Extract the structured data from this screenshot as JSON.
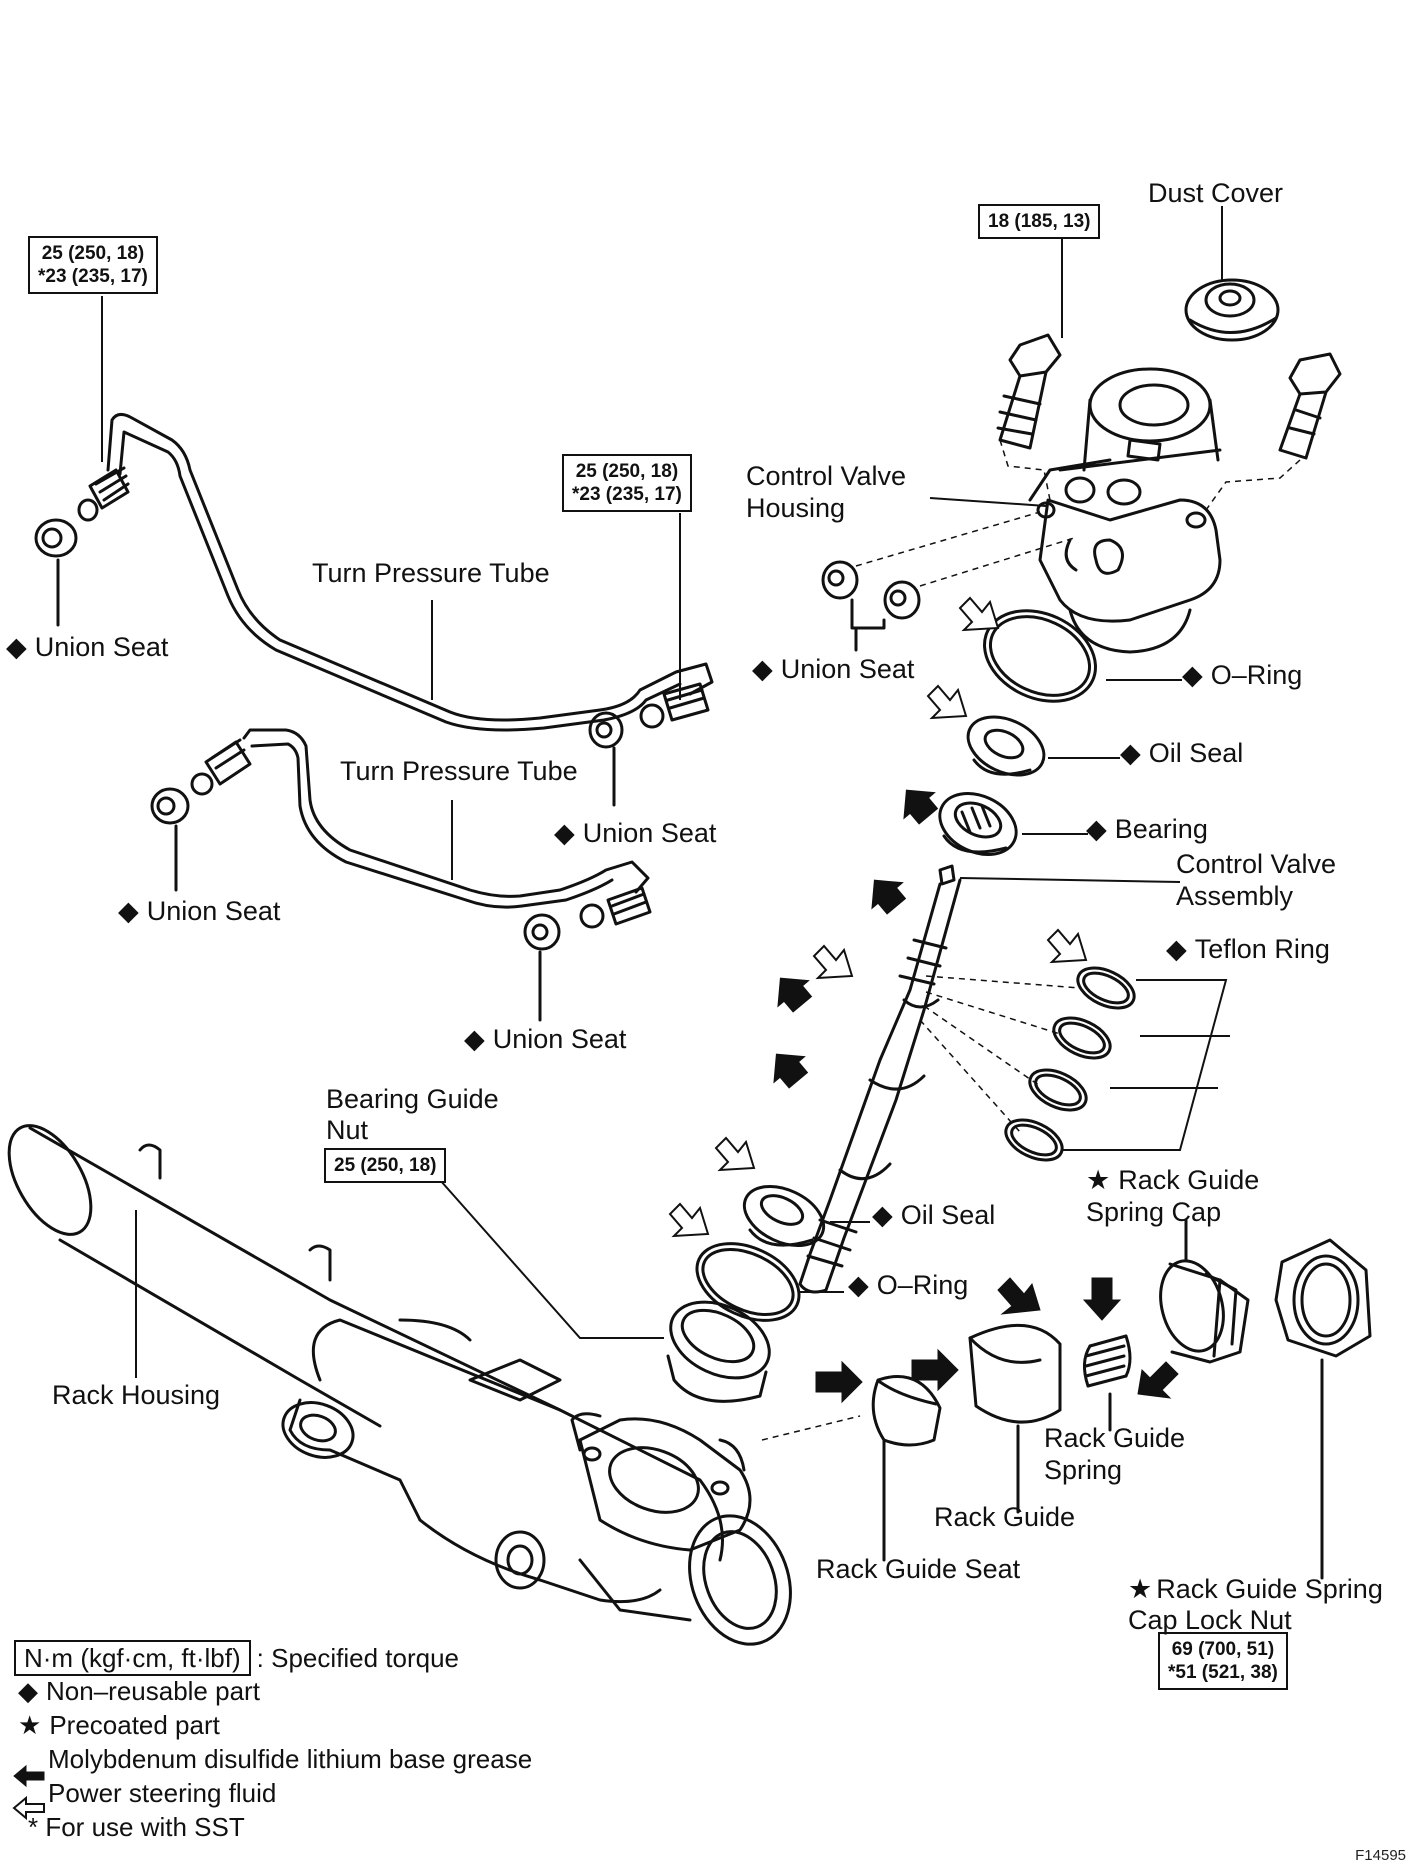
{
  "labels": {
    "dust_cover": "Dust Cover",
    "control_valve_housing": "Control Valve\nHousing",
    "turn_pressure_tube_1": "Turn Pressure Tube",
    "turn_pressure_tube_2": "Turn Pressure Tube",
    "union_seat_left_top": "Union Seat",
    "union_seat_tube1": "Union Seat",
    "union_seat_left_mid": "Union Seat",
    "union_seat_tube2": "Union Seat",
    "union_seat_housing": "Union Seat",
    "o_ring_top": "O–Ring",
    "oil_seal_top": "Oil Seal",
    "bearing": "Bearing",
    "control_valve_assembly": "Control Valve\nAssembly",
    "teflon_ring": "Teflon Ring",
    "bearing_guide_nut": "Bearing Guide\nNut",
    "oil_seal_bottom": "Oil Seal",
    "o_ring_bottom": "O–Ring",
    "rack_guide_spring_cap": "Rack Guide\nSpring Cap",
    "rack_housing": "Rack Housing",
    "rack_guide_spring": "Rack Guide\nSpring",
    "rack_guide": "Rack Guide",
    "rack_guide_seat": "Rack Guide Seat",
    "rack_guide_spring_cap_lock_nut": "Rack Guide Spring\nCap Lock Nut"
  },
  "torques": {
    "tube1_left": "25 (250, 18)\n*23 (235, 17)",
    "tube1_right": "25 (250, 18)\n*23 (235, 17)",
    "housing_bolt": "18 (185, 13)",
    "bearing_guide_nut": "25 (250, 18)",
    "lock_nut": "69 (700, 51)\n*51 (521, 38)"
  },
  "marks": {
    "non_reusable": "◆",
    "precoated": "★"
  },
  "legend": {
    "torque_unit": "N·m (kgf·cm, ft·lbf)",
    "torque_desc": ": Specified torque",
    "non_reusable": "Non–reusable part",
    "precoated": "Precoated part",
    "grease": "Molybdenum disulfide lithium base grease",
    "fluid": "Power steering fluid",
    "sst": "* For use with SST"
  },
  "figure_code": "F14595",
  "colors": {
    "ink": "#111111",
    "background": "#ffffff"
  }
}
